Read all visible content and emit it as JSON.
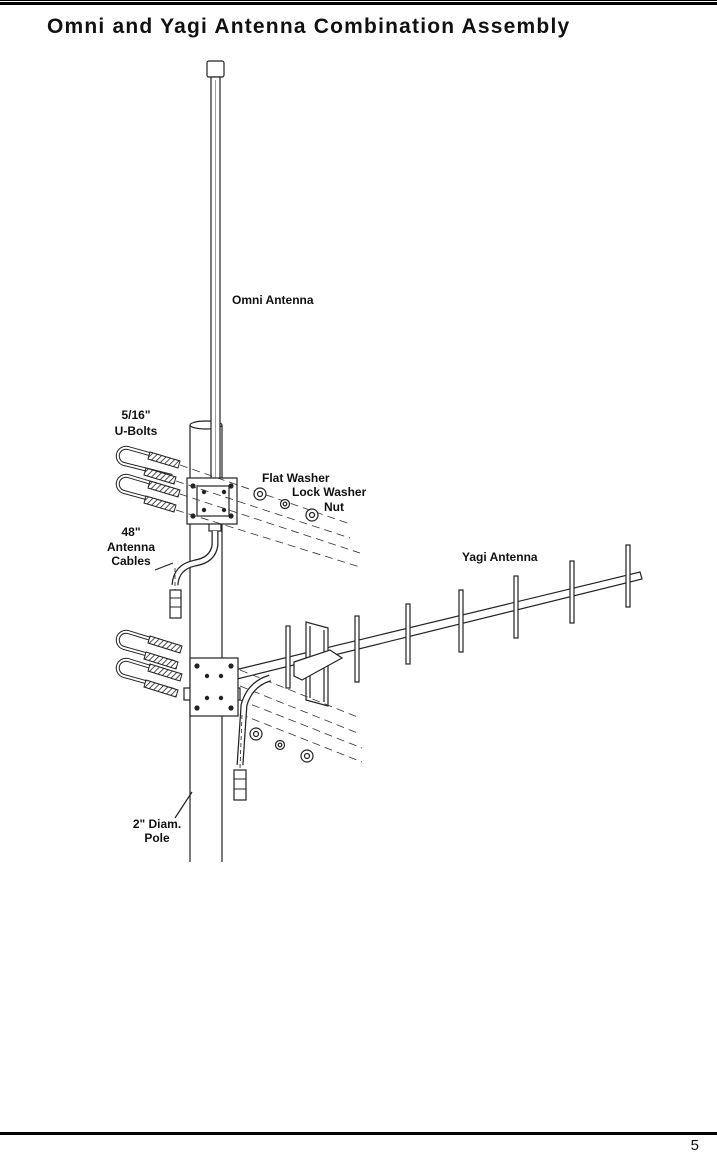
{
  "page": {
    "title": "Omni and Yagi Antenna Combination Assembly",
    "page_number": "5"
  },
  "figure": {
    "labels": {
      "omni_antenna": "Omni Antenna",
      "u_bolts_line1": "5/16\"",
      "u_bolts_line2": "U-Bolts",
      "flat_washer": "Flat Washer",
      "lock_washer": "Lock Washer",
      "nut": "Nut",
      "cables_line1": "48\"",
      "cables_line2": "Antenna",
      "cables_line3": "Cables",
      "yagi_antenna": "Yagi Antenna",
      "pole_line1": "2\" Diam.",
      "pole_line2": "Pole"
    }
  }
}
